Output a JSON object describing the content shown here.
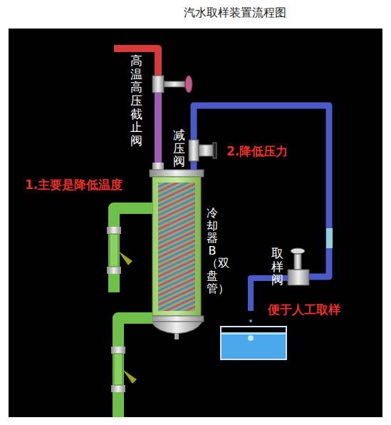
{
  "diagram": {
    "title": "汽水取样装置流程图",
    "labels": [
      "高温高压截止阀",
      "减压阀",
      "2.降低压力",
      "1.主要是降低温度",
      "冷却器B（双盘管）",
      "取样阀",
      "便于人工取样"
    ]
  }
}
